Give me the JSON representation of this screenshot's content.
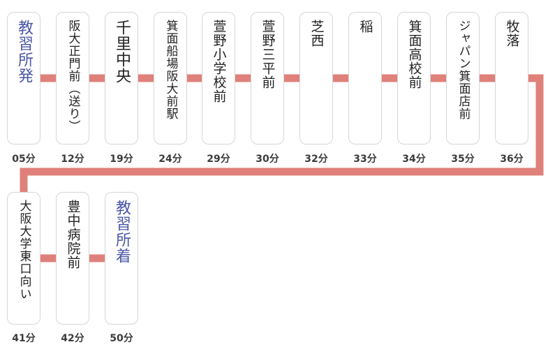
{
  "route": {
    "line_color": "#e0807a",
    "terminal_color": "#4c57a6",
    "stops": [
      {
        "name": "教習所発",
        "time": "05分"
      },
      {
        "name": "阪大正門前（送り）",
        "time": "12分"
      },
      {
        "name": "千里中央",
        "time": "19分"
      },
      {
        "name": "箕面船場阪大前駅",
        "time": "24分"
      },
      {
        "name": "萱野小学校前",
        "time": "29分"
      },
      {
        "name": "萱野三平前",
        "time": "30分"
      },
      {
        "name": "芝西",
        "time": "32分"
      },
      {
        "name": "稲",
        "time": "33分"
      },
      {
        "name": "箕面高校前",
        "time": "34分"
      },
      {
        "name": "ジャパン箕面店前",
        "time": "35分"
      },
      {
        "name": "牧落",
        "time": "36分"
      },
      {
        "name": "大阪大学東口向い",
        "time": "41分"
      },
      {
        "name": "豊中病院前",
        "time": "42分"
      },
      {
        "name": "教習所着",
        "time": "50分"
      }
    ]
  }
}
